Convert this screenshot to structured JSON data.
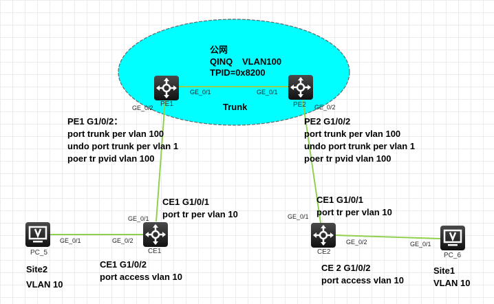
{
  "cloud": {
    "title": "公网",
    "qinq": "QINQ",
    "vlan": "VLAN100",
    "tpid": "TPID=0x8200",
    "trunk": "Trunk"
  },
  "devices": {
    "pe1": "PE1",
    "pe2": "PE2",
    "ce1": "CE1",
    "ce2": "CE2",
    "pc5": "PC_5",
    "pc6": "PC_6"
  },
  "ports": {
    "pe1_ge01": "GE_0/1",
    "pe2_ge01": "GE_0/1",
    "pe1_ge02": "GE_0/2",
    "pe2_ge02": "GE_0/2",
    "ce1_ge01": "GE_0/1",
    "ce1_ge02": "GE_0/2",
    "pc5_ge01": "GE_0/1",
    "ce2_ge01": "GE_0/1",
    "ce2_ge02": "GE_0/2",
    "pc6_ge01": "GE_0/1"
  },
  "pe1_config": [
    "PE1 G1/0/2：",
    "port trunk per vlan 100",
    "undo port trunk per vlan 1",
    "poer tr pvid vlan 100"
  ],
  "pe2_config": [
    "PE2 G1/0/2",
    "port trunk per vlan 100",
    "undo port trunk per vlan 1",
    "poer tr pvid vlan 100"
  ],
  "ce1_up_config": [
    "CE1 G1/0/1",
    "port tr per vlan 10"
  ],
  "ce2_up_config": [
    "CE1 G1/0/1",
    "port tr per vlan 10"
  ],
  "ce1_down_config": [
    "CE1 G1/0/2",
    "port access vlan 10"
  ],
  "ce2_down_config": [
    "CE 2 G1/0/2",
    "port access vlan 10"
  ],
  "site2": [
    "Site2",
    "VLAN 10"
  ],
  "site1": [
    "Site1",
    "VLAN 10"
  ],
  "colors": {
    "cloud": "#00ffff",
    "link": "#8fd14f"
  }
}
